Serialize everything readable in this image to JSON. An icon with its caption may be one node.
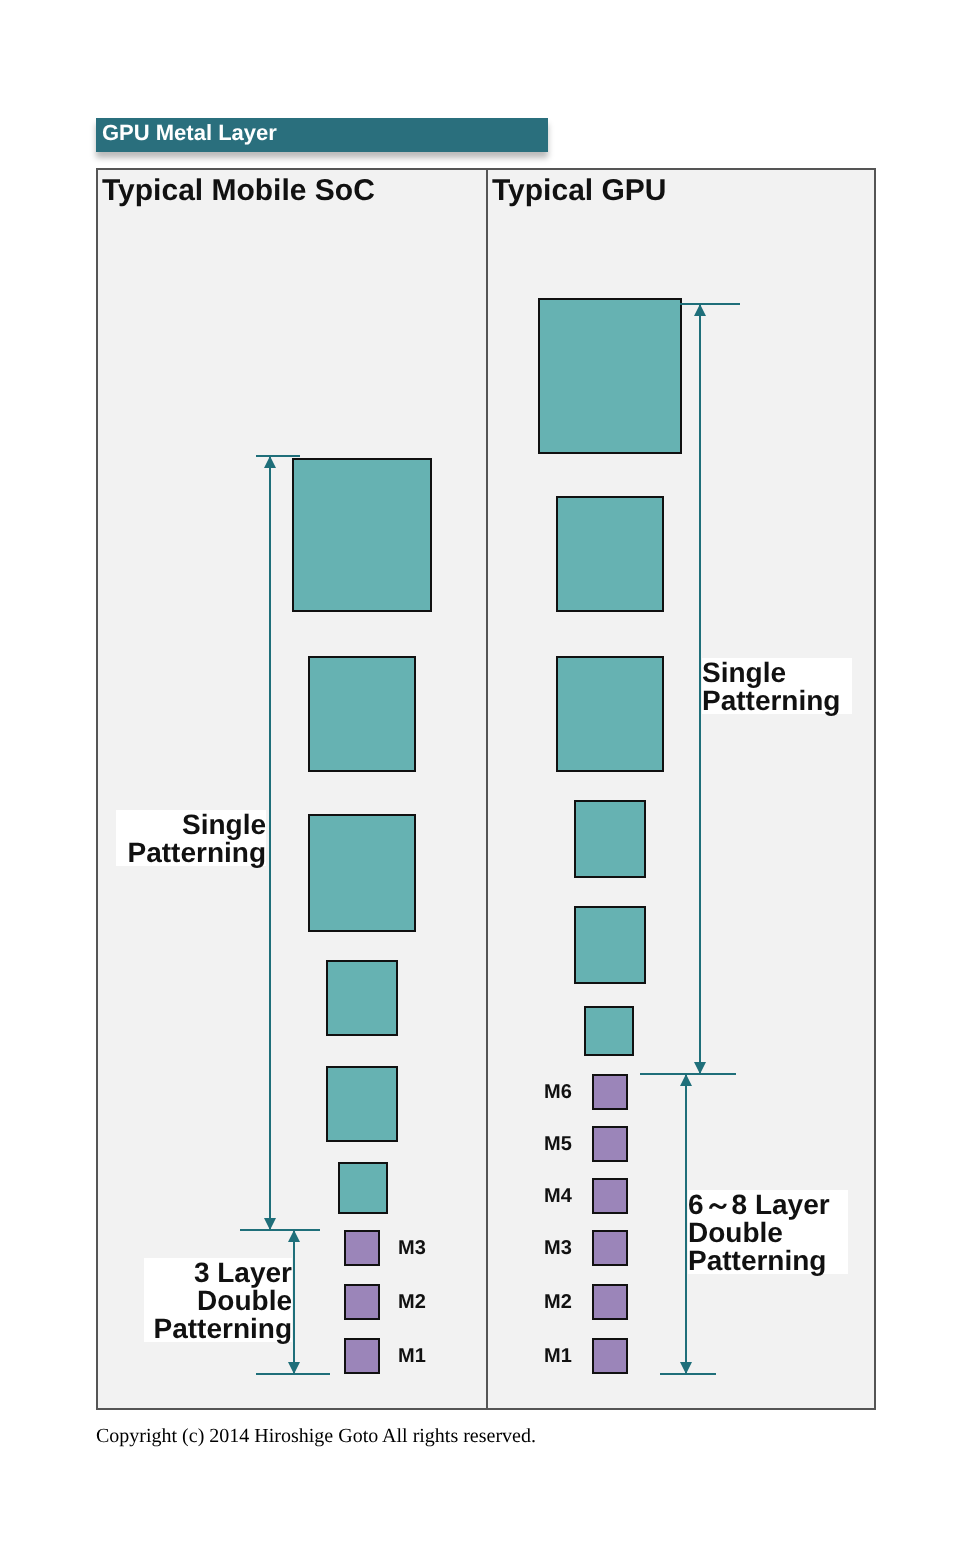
{
  "diagram": {
    "title": "GPU Metal Layer",
    "caption": "Copyright (c) 2014 Hiroshige Goto All rights reserved.",
    "nodes": [
      {
        "text": [
          "Typical Mobile SoC"
        ]
      },
      {
        "text": [
          "Typical GPU"
        ]
      }
    ],
    "labels": [
      "Single Patterning",
      "3 Layer Double Patterning",
      "M3",
      "M2",
      "M1",
      "Single Patterning",
      "M6",
      "M5",
      "M4",
      "M3",
      "M2",
      "M1",
      "6～8 Layer Double Patterning"
    ]
  }
}
